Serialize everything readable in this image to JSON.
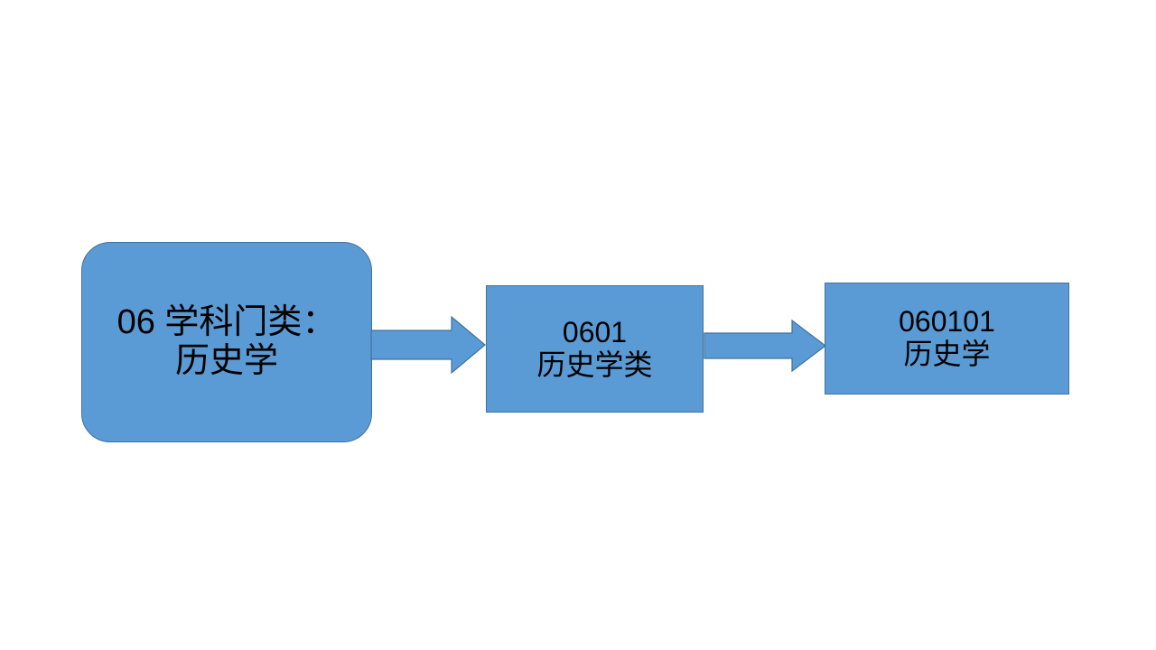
{
  "slide": {
    "background_color": "#FFFFFF",
    "shape_fill_color": "#5B9BD5",
    "shape_border_color": "#41719C",
    "text_color": "#000000"
  },
  "nodes": [
    {
      "id": "discipline-category",
      "shape": "rounded-rectangle",
      "code": "06 学科门类：",
      "name": "历史学"
    },
    {
      "id": "discipline-class",
      "shape": "rectangle",
      "code": "0601",
      "name": "历史学类"
    },
    {
      "id": "major",
      "shape": "rectangle",
      "code": "060101",
      "name": "历史学"
    }
  ],
  "arrows": [
    {
      "id": "arrow-category-to-class",
      "direction": "right"
    },
    {
      "id": "arrow-class-to-major",
      "direction": "right"
    }
  ]
}
